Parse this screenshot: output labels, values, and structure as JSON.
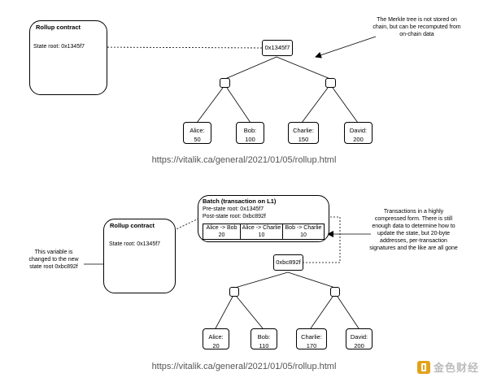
{
  "top": {
    "contract_title": "Rollup contract",
    "state_root": "State root: 0x1345f7",
    "root_hash": "0x1345f7",
    "note": "The Merkle tree is not stored on chain, but can be recomputed from on-chain data",
    "leaves": [
      {
        "name": "Alice:",
        "value": "50"
      },
      {
        "name": "Bob:",
        "value": "100"
      },
      {
        "name": "Charlie:",
        "value": "150"
      },
      {
        "name": "David:",
        "value": "200"
      }
    ],
    "url": "https://vitalik.ca/general/2021/01/05/rollup.html"
  },
  "bottom": {
    "batch_title": "Batch (transaction on L1)",
    "pre_state": "Pre-state root: 0x1345f7",
    "post_state": "Post-state root: 0xbc892f",
    "transactions": [
      {
        "label": "Alice -> Bob",
        "amount": "20"
      },
      {
        "label": "Alice -> Charlie",
        "amount": "10"
      },
      {
        "label": "Bob -> Charlie",
        "amount": "10"
      }
    ],
    "tx_note": "Transactions in a highly compressed form. There is still enough data to determine how to update the state, but 20-byte addresses, per-transaction signatures and the like are all gone",
    "contract_title": "Rollup contract",
    "state_root": "State root: 0x1345f7",
    "variable_note": "This variable is changed to the new state root 0xbc892f",
    "root_hash": "0xbc892f",
    "leaves": [
      {
        "name": "Alice:",
        "value": "20"
      },
      {
        "name": "Bob:",
        "value": "110"
      },
      {
        "name": "Charlie:",
        "value": "170"
      },
      {
        "name": "David:",
        "value": "200"
      }
    ],
    "url": "https://vitalik.ca/general/2021/01/05/rollup.html"
  },
  "watermark": {
    "text": "金色财经",
    "icon": "gold-square-icon",
    "color": "#e2a21a"
  }
}
